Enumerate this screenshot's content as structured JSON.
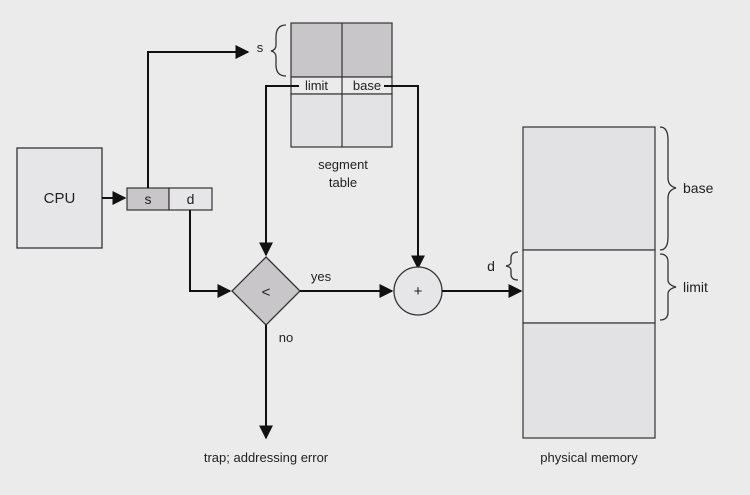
{
  "labels": {
    "cpu": "CPU",
    "addr_s": "s",
    "addr_d": "d",
    "s_index": "s",
    "limit_col": "limit",
    "base_col": "base",
    "table_caption_line1": "segment",
    "table_caption_line2": "table",
    "compare_op": "<",
    "yes": "yes",
    "no": "no",
    "adder": "+",
    "trap": "trap; addressing error",
    "offset_d": "d",
    "mem_base": "base",
    "mem_limit": "limit",
    "mem_caption": "physical  memory"
  },
  "colors": {
    "background": "#ebebeb",
    "shaded_cell": "#c8c6c8",
    "light_fill": "#e6e5e7",
    "line": "#111111"
  }
}
